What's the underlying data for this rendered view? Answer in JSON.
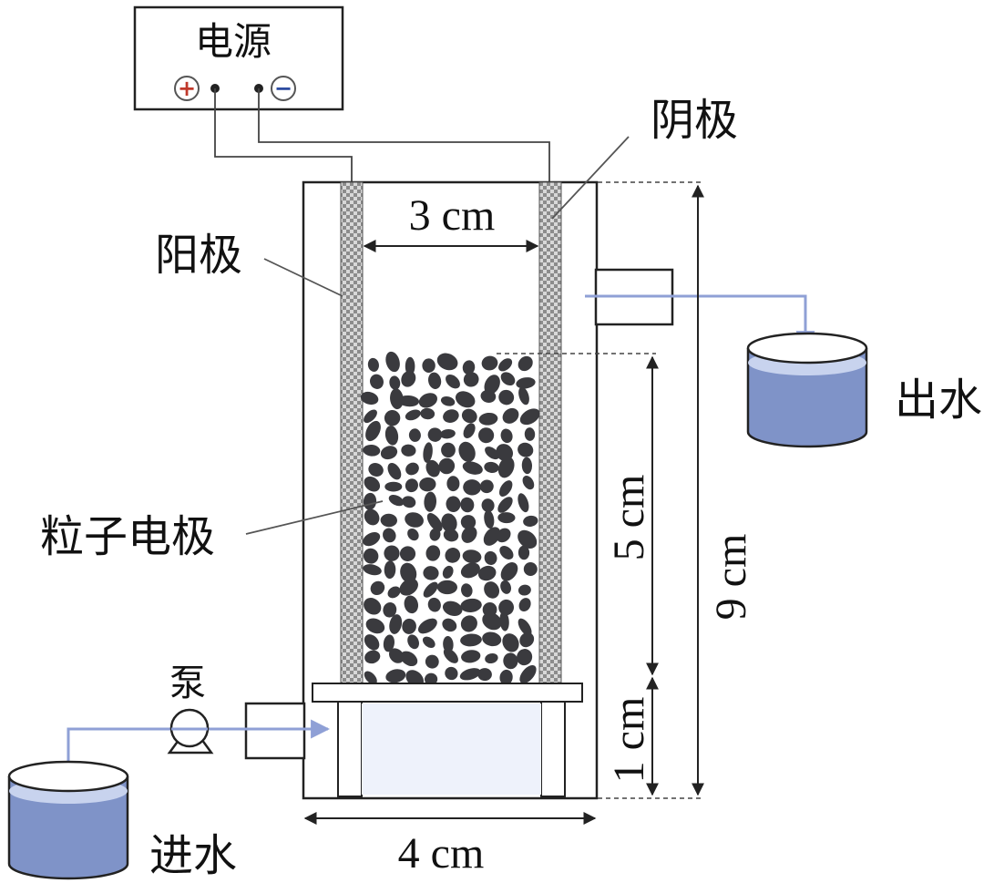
{
  "labels": {
    "power_supply": "电源",
    "cathode": "阴极",
    "anode": "阳极",
    "particle_electrode": "粒子电极",
    "pump": "泵",
    "outlet": "出水",
    "inlet": "进水",
    "plus_sign": "+",
    "minus_sign": "−"
  },
  "dimensions": {
    "electrode_gap": "3 cm",
    "bed_height": "5 cm",
    "total_height": "9 cm",
    "bottom_height": "1 cm",
    "width": "4 cm"
  },
  "colors": {
    "line": "#222222",
    "water": "#7f93c8",
    "water_light": "#c8d3ee",
    "flow": "#8fa0d6",
    "particle": "#3a3a3e",
    "plus": "#c0392b",
    "minus": "#2c4aa0",
    "electrode": "#9a9a9a"
  }
}
